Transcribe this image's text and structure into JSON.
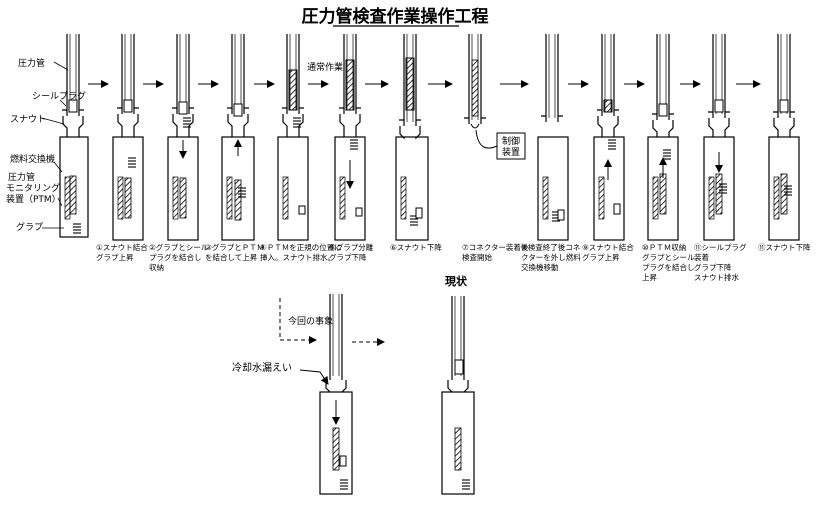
{
  "title": "圧力管検査作業操作工程",
  "side_labels": {
    "pressure_tube": "圧力管",
    "seal_plug": "シールプラグ",
    "snout": "スナウト",
    "fuel_machine": "燃料交換機",
    "ptm_line1": "圧力管",
    "ptm_line2": "モニタリング",
    "ptm_line3": "装置（PTM）",
    "grapple": "グラプ"
  },
  "normal_work": "通常作業",
  "control_unit_line1": "制御",
  "control_unit_line2": "装置",
  "steps": [
    {
      "lines": [
        "①スナウト結合",
        "グラプ上昇"
      ]
    },
    {
      "lines": [
        "②グラプとシール",
        "プラグを結合し",
        "収納"
      ]
    },
    {
      "lines": [
        "③グラプとＰＴＭ",
        "を結合して上昇"
      ]
    },
    {
      "lines": [
        "④ＰＴＭを正規の位置に",
        "挿入。スナウト排水。"
      ]
    },
    {
      "lines": [
        "⑤グラプ分離",
        "グラプ下降"
      ]
    },
    {
      "lines": [
        "⑥スナウト下降"
      ]
    },
    {
      "lines": [
        "⑦コネクター装着後",
        "検査開始"
      ]
    },
    {
      "lines": [
        "⑧検査終了後コネ",
        "クターを外し燃料",
        "交換機移動"
      ]
    },
    {
      "lines": [
        "⑨スナウト結合",
        "グラプ上昇"
      ]
    },
    {
      "lines": [
        "⑩ＰＴＭ収納",
        "グラプとシール",
        "プラグを結合し",
        "上昇"
      ]
    },
    {
      "lines": [
        "⑪シールプラグ",
        "装着",
        "グラプ下降",
        "スナウト排水"
      ]
    },
    {
      "lines": [
        "⑪スナウト下降"
      ]
    }
  ],
  "bottom": {
    "incident_label": "今回の事象",
    "leak_label": "冷却水漏えい",
    "current_label": "現状"
  }
}
